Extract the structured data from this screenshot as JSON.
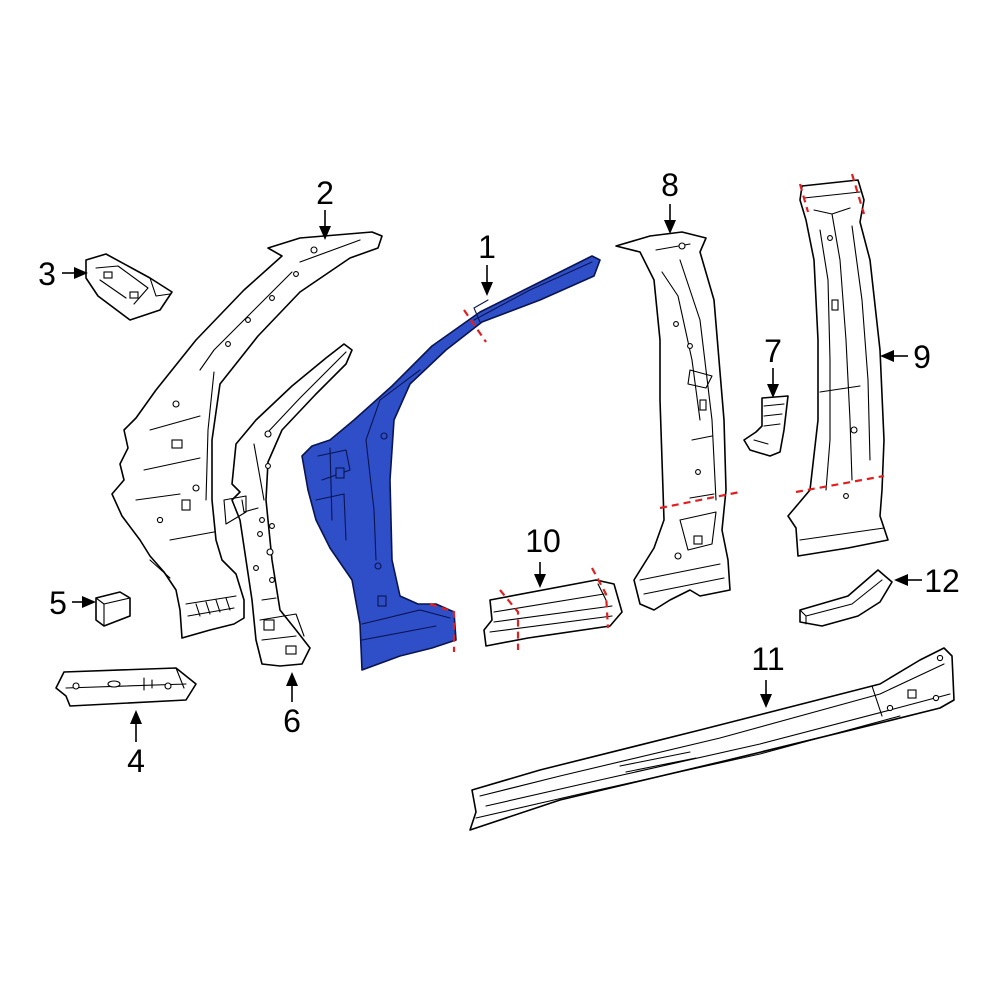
{
  "colors": {
    "highlight": "#2f4fc8",
    "outline": "#000000",
    "cut_line": "#e02020",
    "background": "#ffffff"
  },
  "callouts": [
    {
      "id": "1",
      "label": "1"
    },
    {
      "id": "2",
      "label": "2"
    },
    {
      "id": "3",
      "label": "3"
    },
    {
      "id": "4",
      "label": "4"
    },
    {
      "id": "5",
      "label": "5"
    },
    {
      "id": "6",
      "label": "6"
    },
    {
      "id": "7",
      "label": "7"
    },
    {
      "id": "8",
      "label": "8"
    },
    {
      "id": "9",
      "label": "9"
    },
    {
      "id": "10",
      "label": "10"
    },
    {
      "id": "11",
      "label": "11"
    },
    {
      "id": "12",
      "label": "12"
    }
  ],
  "highlighted_part": "1"
}
